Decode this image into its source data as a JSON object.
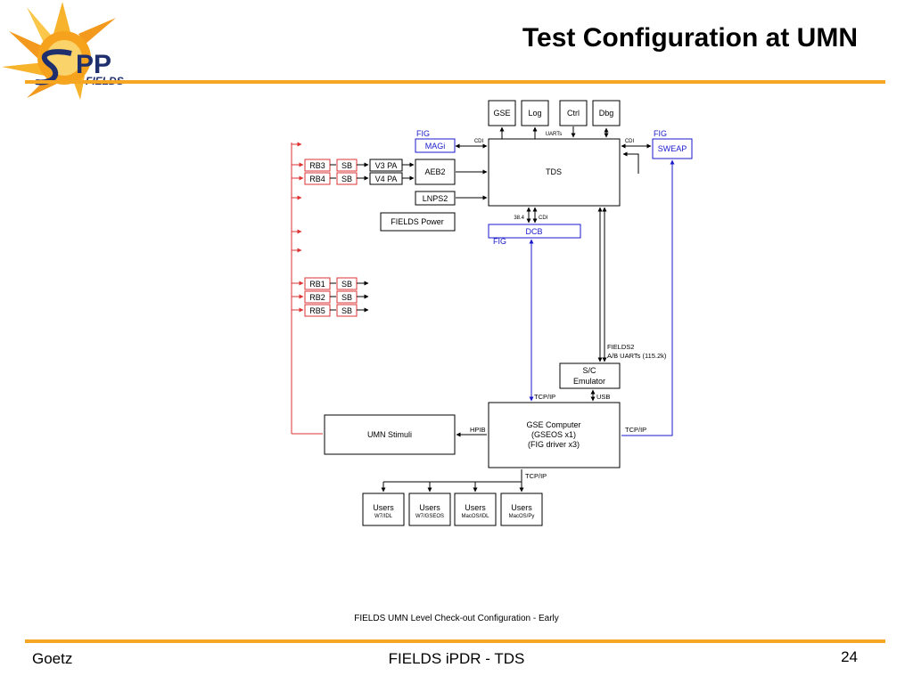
{
  "slide": {
    "title": "Test Configuration at UMN",
    "caption": "FIELDS UMN Level Check-out Configuration - Early",
    "footer_left": "Goetz",
    "footer_center": "FIELDS iPDR - TDS",
    "page_number": "24",
    "accent_color": "#f5a623"
  },
  "logo": {
    "text_main": "PP",
    "text_sub": "FIELDS"
  },
  "diagram": {
    "gse": "GSE",
    "log": "Log",
    "ctrl": "Ctrl",
    "dbg": "Dbg",
    "uarts": "UARTs",
    "fig_magi": "FIG",
    "magi": "MAGi",
    "cdi_left": "CDI",
    "fig_sweap": "FIG",
    "sweap": "SWEAP",
    "cdi_right": "CDI",
    "tds": "TDS",
    "rb3": "RB3",
    "rb4": "RB4",
    "sb_rb3": "SB",
    "sb_rb4": "SB",
    "v3pa": "V3 PA",
    "v4pa": "V4 PA",
    "aeb2": "AEB2",
    "lnps2": "LNPS2",
    "fields_power": "FIELDS Power",
    "rate_384": "38.4",
    "cdi_dcb": "CDI",
    "dcb": "DCB",
    "fig_dcb": "FIG",
    "rb1": "RB1",
    "rb2": "RB2",
    "rb5": "RB5",
    "sb_rb1": "SB",
    "sb_rb2": "SB",
    "sb_rb5": "SB",
    "fields2_line1": "FIELDS2",
    "fields2_line2": "A/B UARTs (115.2k)",
    "sc_emulator_line1": "S/C",
    "sc_emulator_line2": "Emulator",
    "tcpip_dcb": "TCP/IP",
    "usb": "USB",
    "umn_stimuli": "UMN Stimuli",
    "hpib": "HPIB",
    "gse_computer_line1": "GSE Computer",
    "gse_computer_line2": "(GSEOS x1)",
    "gse_computer_line3": "(FIG driver x3)",
    "tcpip_sweap": "TCP/IP",
    "tcpip_users": "TCP/IP",
    "users": [
      {
        "label": "Users",
        "sub": "W7/IDL"
      },
      {
        "label": "Users",
        "sub": "W7/GSEOS"
      },
      {
        "label": "Users",
        "sub": "MacOS/IDL"
      },
      {
        "label": "Users",
        "sub": "MacOS/Py"
      }
    ]
  }
}
